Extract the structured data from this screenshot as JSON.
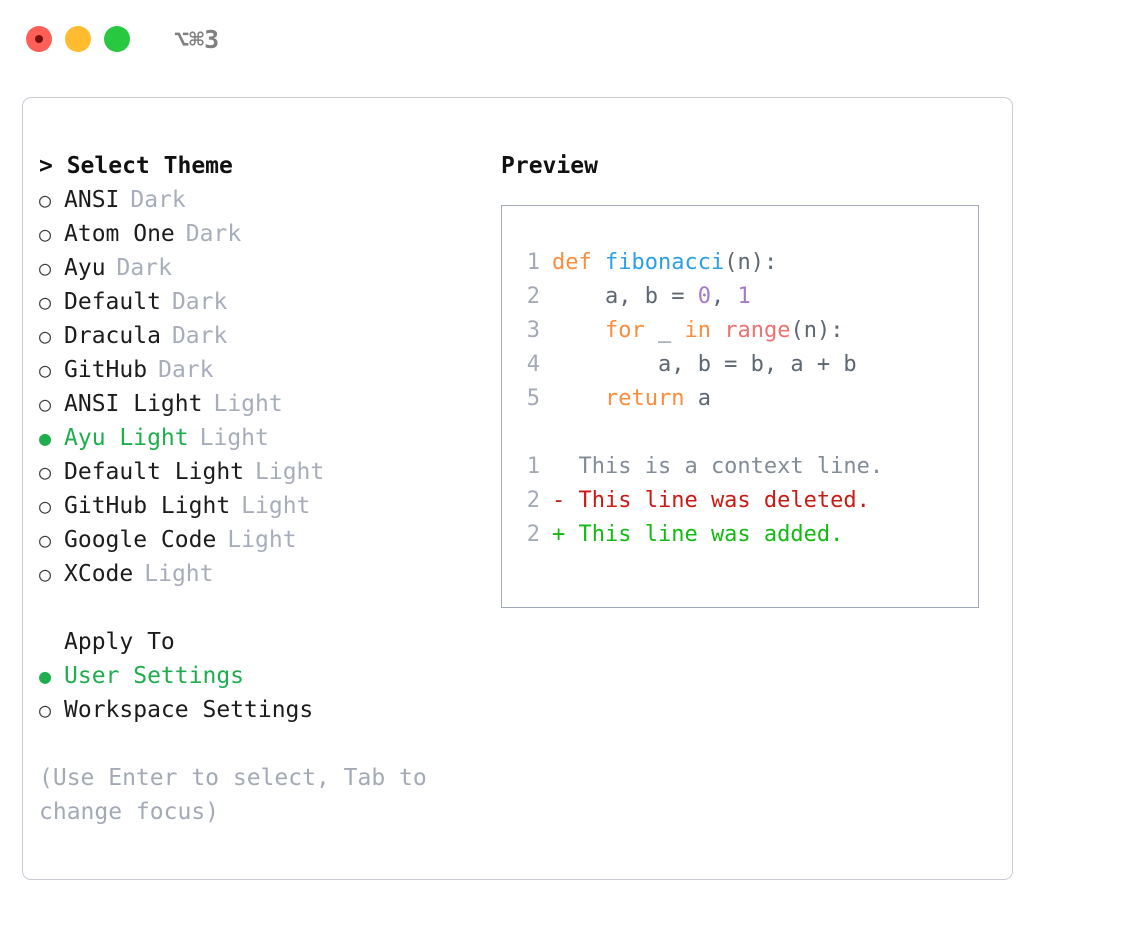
{
  "window": {
    "title": "⌥⌘3",
    "traffic_lights": [
      "close",
      "minimize",
      "maximize"
    ]
  },
  "theme_picker": {
    "header": "> Select Theme",
    "items": [
      {
        "marker": "○",
        "name": "ANSI",
        "kind": "Dark",
        "selected": false
      },
      {
        "marker": "○",
        "name": "Atom One",
        "kind": "Dark",
        "selected": false
      },
      {
        "marker": "○",
        "name": "Ayu",
        "kind": "Dark",
        "selected": false
      },
      {
        "marker": "○",
        "name": "Default",
        "kind": "Dark",
        "selected": false
      },
      {
        "marker": "○",
        "name": "Dracula",
        "kind": "Dark",
        "selected": false
      },
      {
        "marker": "○",
        "name": "GitHub",
        "kind": "Dark",
        "selected": false
      },
      {
        "marker": "○",
        "name": "ANSI Light",
        "kind": "Light",
        "selected": false
      },
      {
        "marker": "●",
        "name": "Ayu Light",
        "kind": "Light",
        "selected": true
      },
      {
        "marker": "○",
        "name": "Default Light",
        "kind": "Light",
        "selected": false
      },
      {
        "marker": "○",
        "name": "GitHub Light",
        "kind": "Light",
        "selected": false
      },
      {
        "marker": "○",
        "name": "Google Code",
        "kind": "Light",
        "selected": false
      },
      {
        "marker": "○",
        "name": "XCode",
        "kind": "Light",
        "selected": false
      }
    ]
  },
  "apply_to": {
    "header": "Apply To",
    "items": [
      {
        "marker": "●",
        "name": "User Settings",
        "selected": true
      },
      {
        "marker": "○",
        "name": "Workspace Settings",
        "selected": false
      }
    ]
  },
  "hint": "(Use Enter to select, Tab to change focus)",
  "preview": {
    "header": "Preview",
    "code_lines": [
      {
        "no": "1",
        "tokens": [
          {
            "t": "def",
            "c": "tok-kw"
          },
          {
            "t": " ",
            "c": "tok-pl"
          },
          {
            "t": "fibonacci",
            "c": "tok-fn"
          },
          {
            "t": "(n):",
            "c": "tok-pl"
          }
        ]
      },
      {
        "no": "2",
        "tokens": [
          {
            "t": "    a, b = ",
            "c": "tok-pl"
          },
          {
            "t": "0",
            "c": "tok-num"
          },
          {
            "t": ", ",
            "c": "tok-pl"
          },
          {
            "t": "1",
            "c": "tok-num"
          }
        ]
      },
      {
        "no": "3",
        "tokens": [
          {
            "t": "    ",
            "c": "tok-pl"
          },
          {
            "t": "for",
            "c": "tok-kw"
          },
          {
            "t": " _ ",
            "c": "tok-pl"
          },
          {
            "t": "in",
            "c": "tok-kw"
          },
          {
            "t": " ",
            "c": "tok-pl"
          },
          {
            "t": "range",
            "c": "tok-bi"
          },
          {
            "t": "(n):",
            "c": "tok-pl"
          }
        ]
      },
      {
        "no": "4",
        "tokens": [
          {
            "t": "        a, b = b, a + b",
            "c": "tok-pl"
          }
        ]
      },
      {
        "no": "5",
        "tokens": [
          {
            "t": "    ",
            "c": "tok-pl"
          },
          {
            "t": "return",
            "c": "tok-kw"
          },
          {
            "t": " a",
            "c": "tok-pl"
          }
        ]
      }
    ],
    "diff_lines": [
      {
        "no": "1",
        "text": "  This is a context line.",
        "kind": "diff-ctx"
      },
      {
        "no": "2",
        "text": "- This line was deleted.",
        "kind": "diff-del"
      },
      {
        "no": "2",
        "text": "+ This line was added.",
        "kind": "diff-add"
      }
    ]
  },
  "colors": {
    "accent_green": "#1fae4e",
    "muted": "#a3aab6",
    "keyword": "#fa8d3e",
    "function": "#2ba0e6",
    "number": "#a37acc",
    "builtin": "#f07171",
    "plain": "#5c6773",
    "diff_added": "#13ba13",
    "diff_deleted": "#c91b13",
    "panel_border": "#c9ccd4",
    "preview_border": "#a3abba"
  }
}
